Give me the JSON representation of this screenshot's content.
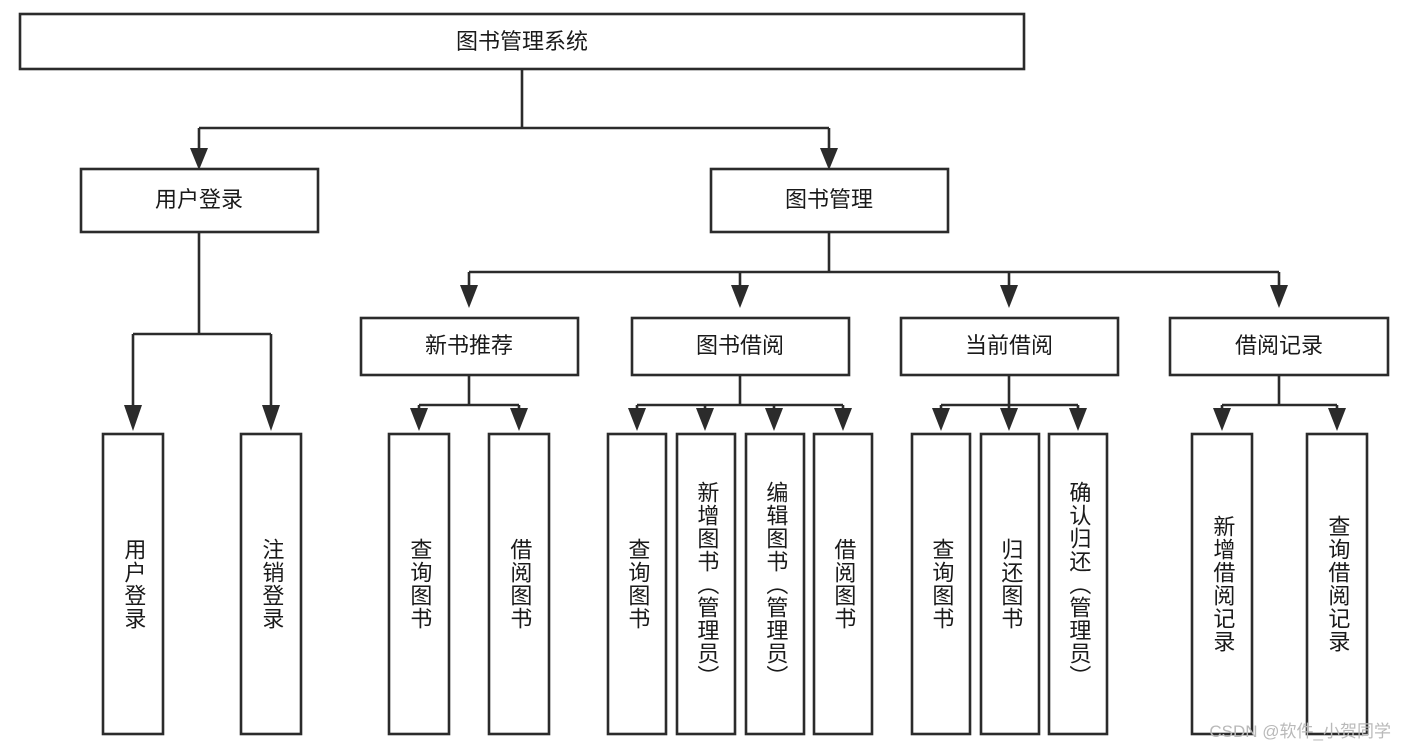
{
  "diagram": {
    "type": "tree-hierarchy",
    "title": "图书管理系统",
    "root": {
      "id": "root",
      "label": "图书管理系统",
      "orientation": "horizontal"
    },
    "level1": [
      {
        "id": "user-login",
        "label": "用户登录",
        "orientation": "horizontal"
      },
      {
        "id": "book-management",
        "label": "图书管理",
        "orientation": "horizontal"
      }
    ],
    "level2": [
      {
        "id": "new-book-recommend",
        "label": "新书推荐",
        "parent": "book-management",
        "orientation": "horizontal"
      },
      {
        "id": "book-borrow",
        "label": "图书借阅",
        "parent": "book-management",
        "orientation": "horizontal"
      },
      {
        "id": "current-borrow",
        "label": "当前借阅",
        "parent": "book-management",
        "orientation": "horizontal"
      },
      {
        "id": "borrow-record",
        "label": "借阅记录",
        "parent": "book-management",
        "orientation": "horizontal"
      }
    ],
    "leaves": [
      {
        "id": "leaf-user-login",
        "label": "用户登录",
        "parent": "user-login",
        "orientation": "vertical"
      },
      {
        "id": "leaf-logout",
        "label": "注销登录",
        "parent": "user-login",
        "orientation": "vertical"
      },
      {
        "id": "leaf-query-book-1",
        "label": "查询图书",
        "parent": "new-book-recommend",
        "orientation": "vertical"
      },
      {
        "id": "leaf-borrow-book-1",
        "label": "借阅图书",
        "parent": "new-book-recommend",
        "orientation": "vertical"
      },
      {
        "id": "leaf-query-book-2",
        "label": "查询图书",
        "parent": "book-borrow",
        "orientation": "vertical"
      },
      {
        "id": "leaf-add-book",
        "label": "新增图书（管理员）",
        "parent": "book-borrow",
        "orientation": "vertical"
      },
      {
        "id": "leaf-edit-book",
        "label": "编辑图书（管理员）",
        "parent": "book-borrow",
        "orientation": "vertical"
      },
      {
        "id": "leaf-borrow-book-2",
        "label": "借阅图书",
        "parent": "book-borrow",
        "orientation": "vertical"
      },
      {
        "id": "leaf-query-book-3",
        "label": "查询图书",
        "parent": "current-borrow",
        "orientation": "vertical"
      },
      {
        "id": "leaf-return-book",
        "label": "归还图书",
        "parent": "current-borrow",
        "orientation": "vertical"
      },
      {
        "id": "leaf-confirm-return",
        "label": "确认归还（管理员）",
        "parent": "current-borrow",
        "orientation": "vertical"
      },
      {
        "id": "leaf-add-record",
        "label": "新增借阅记录",
        "parent": "borrow-record",
        "orientation": "vertical"
      },
      {
        "id": "leaf-query-record",
        "label": "查询借阅记录",
        "parent": "borrow-record",
        "orientation": "vertical"
      }
    ],
    "colors": {
      "stroke": "#2b2b2b",
      "fill": "#ffffff",
      "text": "#1a1a1a",
      "watermark": "#b9b9b9",
      "background": "#ffffff"
    }
  },
  "watermark": {
    "text": "CSDN @软件_小贺同学"
  }
}
